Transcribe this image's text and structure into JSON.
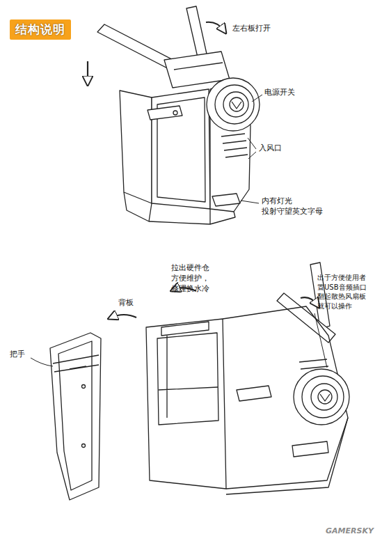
{
  "diagram": {
    "title": "结构说明",
    "labels": [
      "左右板打开",
      "电源开关",
      "入风口",
      "内有灯光 投射守望英文字母",
      "拉出硬件仓 方便维护，修理换水冷",
      "出于方便使用者 置USB音频插口 翻起散热风扇板 就可以操作",
      "背板",
      "把手",
      "GAMERSKY"
    ]
  }
}
